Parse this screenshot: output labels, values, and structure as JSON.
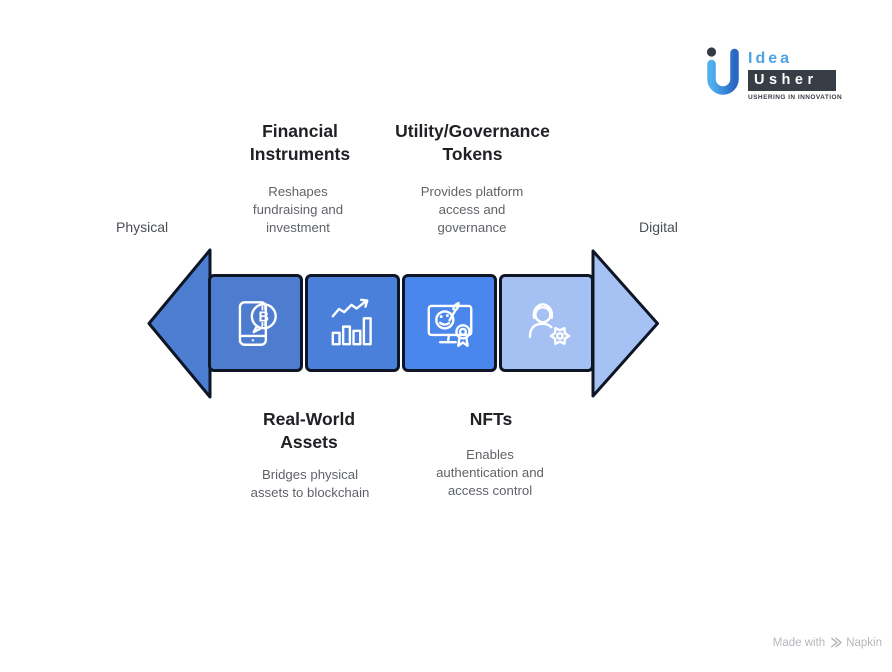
{
  "diagram": {
    "left_label": "Physical",
    "right_label": "Digital",
    "top_items": [
      {
        "title": "Financial\nInstruments",
        "description": "Reshapes\nfundraising and\ninvestment"
      },
      {
        "title": "Utility/Governance\nTokens",
        "description": "Provides platform\naccess and\ngovernance"
      }
    ],
    "bottom_items": [
      {
        "title": "Real-World\nAssets",
        "description": "Bridges physical\nassets to blockchain"
      },
      {
        "title": "NFTs",
        "description": "Enables\nauthentication and\naccess control"
      }
    ],
    "segments": [
      {
        "label": "Real-World Assets",
        "icon": "phone-bitcoin-icon",
        "color": "#4e7ccf"
      },
      {
        "label": "Financial Instruments",
        "icon": "bar-chart-growth-icon",
        "color": "#4a80da"
      },
      {
        "label": "Utility/Governance Tokens",
        "icon": "monitor-certificate-icon",
        "color": "#4a87ec"
      },
      {
        "label": "NFTs",
        "icon": "user-gear-icon",
        "color": "#a5c1f4"
      }
    ],
    "colors": {
      "arrow_left": "#4d7ed1",
      "arrow_right": "#a6c2f5",
      "outline": "#0e1626",
      "icon_stroke": "#ffffff"
    },
    "bitcoin_letter": "B"
  },
  "logo": {
    "name": "Idea",
    "wordmark_secondary": "Usher",
    "tagline": "USHERING IN INNOVATION",
    "brand_blue_light": "#4fb0ee",
    "brand_blue_dark": "#2a67c3",
    "brand_dark": "#383e46"
  },
  "credit": {
    "prefix": "Made with",
    "brand": "Napkin"
  }
}
